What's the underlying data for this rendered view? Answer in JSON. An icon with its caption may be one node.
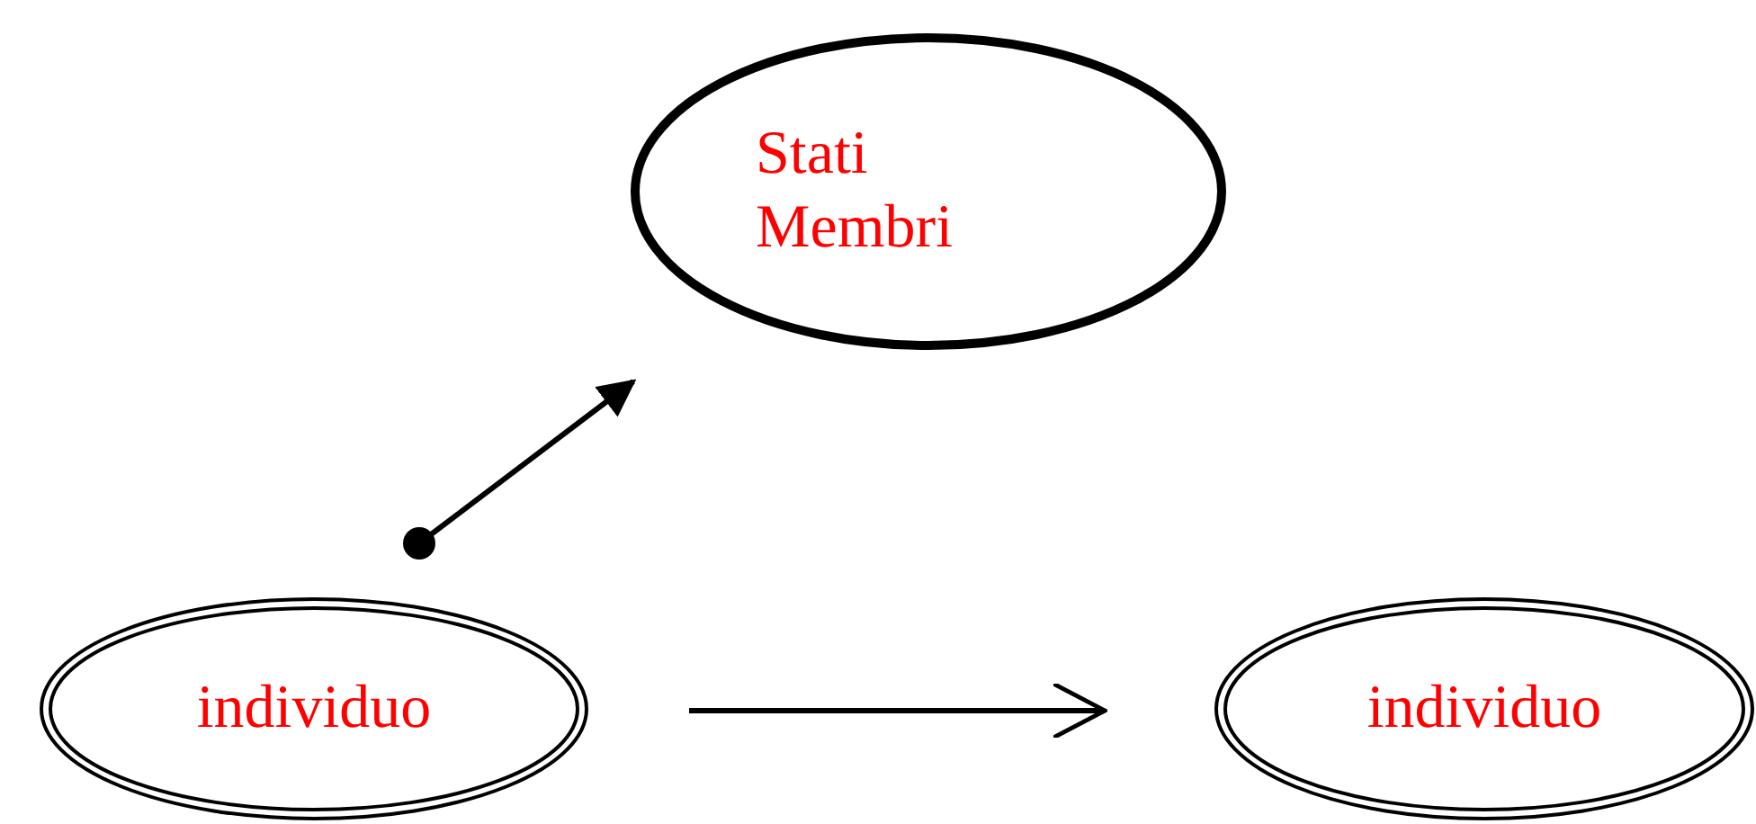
{
  "diagram": {
    "nodes": [
      {
        "text": [
          "Stati Membri"
        ]
      },
      {
        "text": [
          "individuo"
        ]
      },
      {
        "text": [
          "individuo"
        ]
      }
    ],
    "edges": [
      {
        "from": 1,
        "to": 0,
        "arrow": "to"
      },
      {
        "from": 1,
        "to": 2,
        "arrow": "to"
      }
    ]
  }
}
